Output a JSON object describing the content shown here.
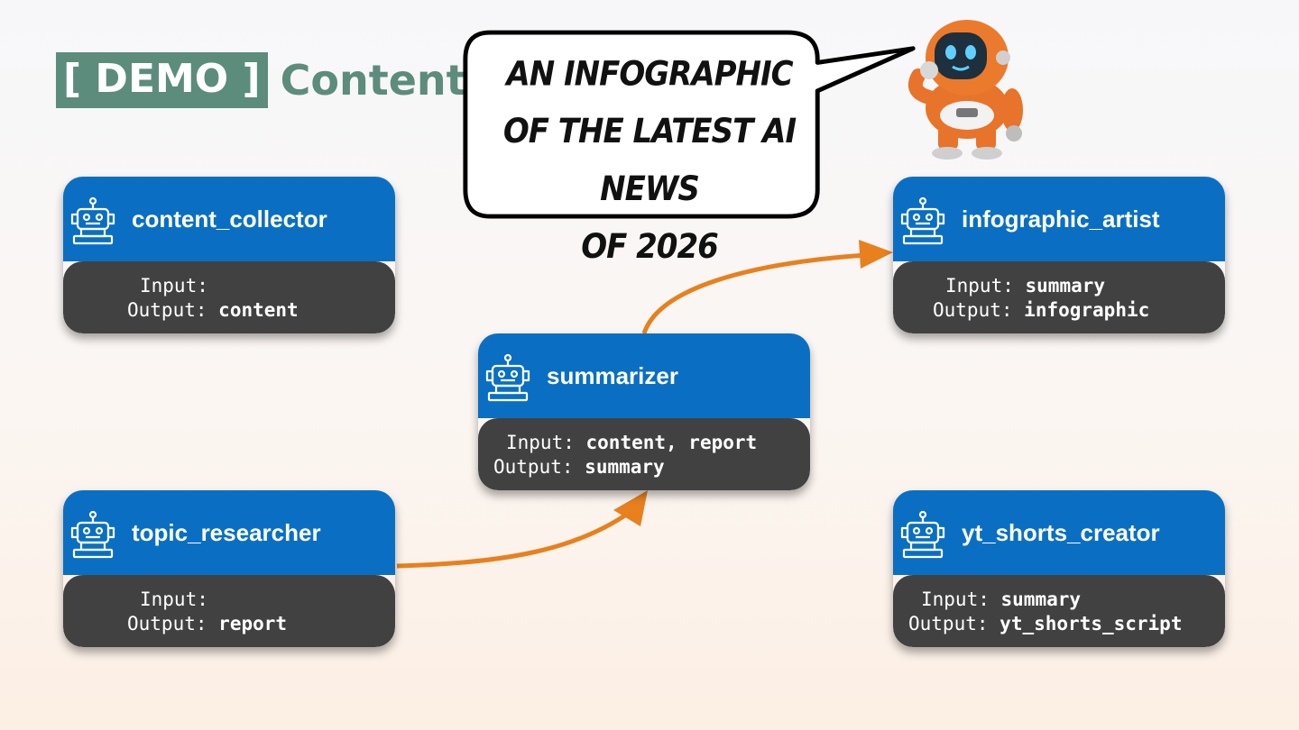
{
  "title": {
    "tag": "[ DEMO ]",
    "text": "Content S"
  },
  "speech_bubble": {
    "lines": [
      "AN INFOGRAPHIC",
      "OF THE LATEST AI NEWS",
      "OF 2026"
    ]
  },
  "agents": [
    {
      "id": "content_collector",
      "name": "content_collector",
      "input_label": "Input:",
      "input": "",
      "output_label": "Output:",
      "output": "content"
    },
    {
      "id": "topic_researcher",
      "name": "topic_researcher",
      "input_label": "Input:",
      "input": "",
      "output_label": "Output:",
      "output": "report"
    },
    {
      "id": "summarizer",
      "name": "summarizer",
      "input_label": "Input:",
      "input": "content, report",
      "output_label": "Output:",
      "output": "summary"
    },
    {
      "id": "infographic_artist",
      "name": "infographic_artist",
      "input_label": "Input:",
      "input": "summary",
      "output_label": "Output:",
      "output": "infographic"
    },
    {
      "id": "yt_shorts_creator",
      "name": "yt_shorts_creator",
      "input_label": "Input:",
      "input": "summary",
      "output_label": "Output:",
      "output": "yt_shorts_script"
    }
  ],
  "edges": [
    {
      "from": "topic_researcher",
      "to": "summarizer"
    },
    {
      "from": "summarizer",
      "to": "infographic_artist"
    }
  ],
  "colors": {
    "accent": "#5c8c7c",
    "node_header": "#0a6fc2",
    "node_body": "#414141",
    "arrow": "#e8801e"
  },
  "icons": [
    "robot-icon",
    "mascot-robot"
  ]
}
